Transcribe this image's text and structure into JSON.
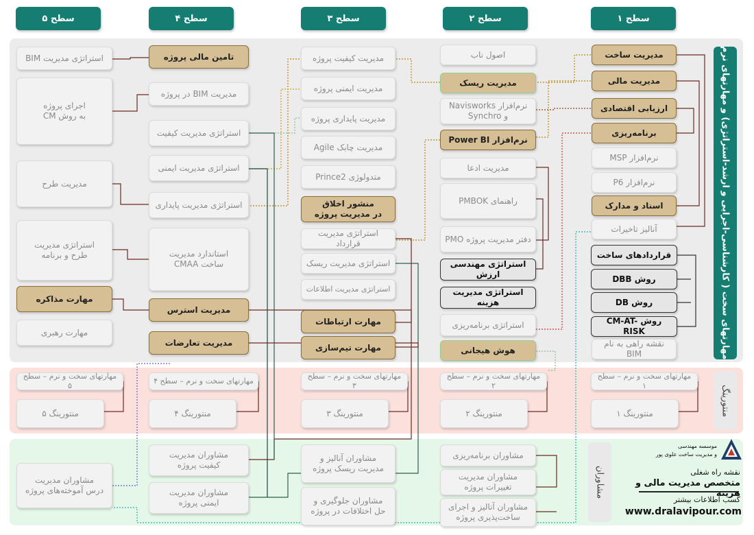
{
  "headers": [
    "سطح ۵",
    "سطح ۴",
    "سطح ۳",
    "سطح ۲",
    "سطح ۱"
  ],
  "side": {
    "hard_soft": "مهارتهای سخت ( کارشناسی-اجرایی و ارشد-استراتژی) و مهارتهای نرم",
    "mentoring": "منتورینگ",
    "consulting": "مشاوران"
  },
  "colors": {
    "teal": "#167d72",
    "tan": "#d7bf95",
    "gray_band": "#ececec",
    "red_band": "#fbe0dc",
    "green_band": "#e5f7e8"
  },
  "boxes": [
    {
      "id": "l1a",
      "text": "مدیریت ساخت",
      "style": "t"
    },
    {
      "id": "l1b",
      "text": "مدیریت مالی",
      "style": "t"
    },
    {
      "id": "l1c",
      "text": "ارزیابی اقتصادی",
      "style": "t"
    },
    {
      "id": "l1d",
      "text": "برنامه‌ریزی",
      "style": "t"
    },
    {
      "id": "l1e",
      "text": "نرم‌افزار MSP",
      "style": "g"
    },
    {
      "id": "l1f",
      "text": "نرم‌افزار P6",
      "style": "g"
    },
    {
      "id": "l1g",
      "text": "اسناد و مدارک",
      "style": "t"
    },
    {
      "id": "l1h",
      "text": "آنالیز تاخیرات",
      "style": "g"
    },
    {
      "id": "l1i",
      "text": "قراردادهای ساخت",
      "style": "d"
    },
    {
      "id": "l1j",
      "text": "روش  DBB",
      "style": "d"
    },
    {
      "id": "l1k",
      "text": "روش  DB",
      "style": "d"
    },
    {
      "id": "l1l",
      "text": "روش CM-AT-RISK",
      "style": "d"
    },
    {
      "id": "l1m",
      "text": "نقشه راهی به نام BIM",
      "style": "g"
    },
    {
      "id": "l2a",
      "text": "اصول ناب",
      "style": "g"
    },
    {
      "id": "l2b",
      "text": "مدیریت ریسک",
      "style": "t"
    },
    {
      "id": "l2c",
      "text": "نرم‌افزار Navisworks\nو Synchro",
      "style": "g"
    },
    {
      "id": "l2d",
      "text": "نرم‌افزار Power BI",
      "style": "t"
    },
    {
      "id": "l2e",
      "text": "مدیریت ادعا",
      "style": "g"
    },
    {
      "id": "l2f",
      "text": "راهنمای PMBOK",
      "style": "g"
    },
    {
      "id": "l2g",
      "text": "دفتر مدیریت پروژه PMO",
      "style": "g"
    },
    {
      "id": "l2h",
      "text": "استراتژی مهندسی ارزش",
      "style": "d"
    },
    {
      "id": "l2i",
      "text": "استراتژی مدیریت هزینه",
      "style": "d"
    },
    {
      "id": "l2j",
      "text": "استراتژی برنامه‌ریزی",
      "style": "g"
    },
    {
      "id": "l2k",
      "text": "هوش هیجانی",
      "style": "t"
    },
    {
      "id": "l3a",
      "text": "مدیریت کیفیت پروژه",
      "style": "g"
    },
    {
      "id": "l3b",
      "text": "مدیریت ایمنی پروژه",
      "style": "g"
    },
    {
      "id": "l3c",
      "text": "مدیریت پایداری پروژه",
      "style": "g"
    },
    {
      "id": "l3d",
      "text": "مدیریت چابک Agile",
      "style": "g"
    },
    {
      "id": "l3e",
      "text": "متدولوژی Prince2",
      "style": "g"
    },
    {
      "id": "l3f",
      "text": "منشور اخلاق\nدر مدیریت پروژه",
      "style": "t"
    },
    {
      "id": "l3g",
      "text": "استراتژی مدیریت قرارداد",
      "style": "g"
    },
    {
      "id": "l3h",
      "text": "استراتژی مدیریت ریسک",
      "style": "g"
    },
    {
      "id": "l3i",
      "text": "استراتژی مدیریت اطلاعات",
      "style": "g"
    },
    {
      "id": "l3j",
      "text": "مهارت ارتباطات",
      "style": "t"
    },
    {
      "id": "l3k",
      "text": "مهارت تیم‌سازی",
      "style": "t"
    },
    {
      "id": "l4a",
      "text": "تامین مالی پروژه",
      "style": "t"
    },
    {
      "id": "l4b",
      "text": "مدیریت BIM در پروژه",
      "style": "g"
    },
    {
      "id": "l4c",
      "text": "استراتژی مدیریت کیفیت",
      "style": "g"
    },
    {
      "id": "l4d",
      "text": "استراتژی مدیریت ایمنی",
      "style": "g"
    },
    {
      "id": "l4e",
      "text": "استراتژی مدیریت پایداری",
      "style": "g"
    },
    {
      "id": "l4f",
      "text": "استاندارد مدیریت\nساخت CMAA",
      "style": "g"
    },
    {
      "id": "l4g",
      "text": "مدیریت استرس",
      "style": "t"
    },
    {
      "id": "l4h",
      "text": "مدیریت تعارضات",
      "style": "t"
    },
    {
      "id": "l5a",
      "text": "استراتژی مدیریت BIM",
      "style": "g"
    },
    {
      "id": "l5b",
      "text": "اجرای پروژه\nبه روش CM",
      "style": "g"
    },
    {
      "id": "l5c",
      "text": "مدیریت طرح",
      "style": "g"
    },
    {
      "id": "l5d",
      "text": "استراتژی مدیریت\nطرح و برنامه",
      "style": "g"
    },
    {
      "id": "l5e",
      "text": "مهارت مذاکره",
      "style": "t"
    },
    {
      "id": "l5f",
      "text": "مهارت رهبری",
      "style": "g"
    },
    {
      "id": "m1a",
      "text": "مهارتهای سخت و نرم – سطح ۱",
      "style": "g"
    },
    {
      "id": "m1b",
      "text": "منتورینگ ۱",
      "style": "g"
    },
    {
      "id": "m2a",
      "text": "مهارتهای سخت و نرم – سطح ۲",
      "style": "g"
    },
    {
      "id": "m2b",
      "text": "منتورینگ ۲",
      "style": "g"
    },
    {
      "id": "m3a",
      "text": "مهارتهای سخت و نرم – سطح ۳",
      "style": "g"
    },
    {
      "id": "m3b",
      "text": "منتورینگ ۳",
      "style": "g"
    },
    {
      "id": "m4a",
      "text": "مهارتهای سخت و نرم – سطح ۴",
      "style": "g"
    },
    {
      "id": "m4b",
      "text": "منتورینگ ۴",
      "style": "g"
    },
    {
      "id": "m5a",
      "text": "مهارتهای سخت و نرم – سطح ۵",
      "style": "g"
    },
    {
      "id": "m5b",
      "text": "منتورینگ ۵",
      "style": "g"
    },
    {
      "id": "c2a",
      "text": "مشاوران برنامه‌ریزی",
      "style": "g"
    },
    {
      "id": "c2b",
      "text": "مشاوران مدیریت\nتغییرات پروژه",
      "style": "g"
    },
    {
      "id": "c2c",
      "text": "مشاوران آنالیز و اجرای\nساخت‌پذیری پروژه",
      "style": "g"
    },
    {
      "id": "c3a",
      "text": "مشاوران آنالیز و\nمدیریت ریسک پروژه",
      "style": "g"
    },
    {
      "id": "c3b",
      "text": "مشاوران جلوگیری و\nحل اختلافات در پروژه",
      "style": "g"
    },
    {
      "id": "c4a",
      "text": "مشاوران مدیریت\nکیفیت پروژه",
      "style": "g"
    },
    {
      "id": "c4b",
      "text": "مشاوران مدیریت\nایمنی پروژه",
      "style": "g"
    },
    {
      "id": "c5a",
      "text": "مشاوران مدیریت\nدرس آموخته‌های پروژه",
      "style": "g"
    }
  ],
  "info": {
    "logo_line1": "موسسه مهندسی",
    "logo_line2": "و مدیریت ساخت علوی پور",
    "roadmap": "نقشه راه شغلی",
    "title": "متخصص مدیریت مالی و هزینه",
    "more": "کسب اطلاعات بیشتر",
    "url": "www.dralavipour.com"
  }
}
